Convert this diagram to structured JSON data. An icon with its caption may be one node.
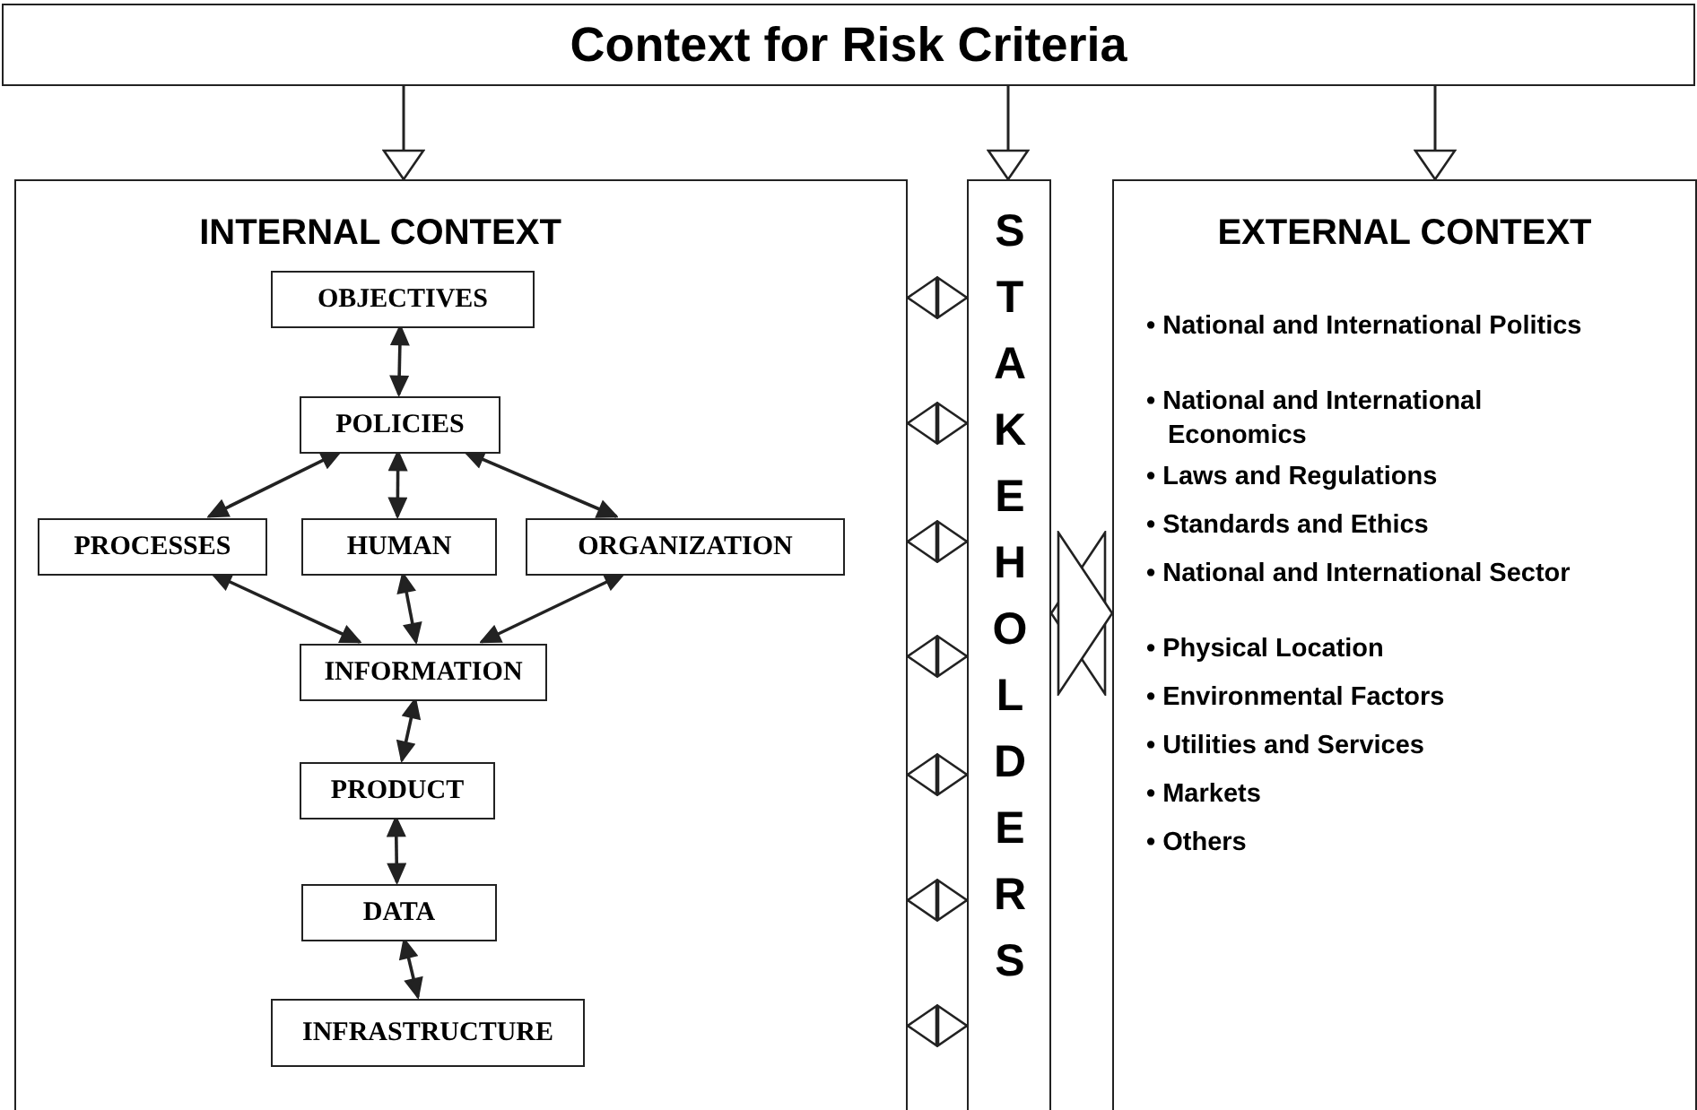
{
  "diagram": {
    "nodes": [
      {
        "text": [
          "Context for Risk Criteria"
        ]
      },
      {
        "text": [
          "INTERNAL CONTEXT"
        ]
      },
      {
        "text": [
          "OBJECTIVES"
        ],
        "in": 1
      },
      {
        "text": [
          "POLICIES"
        ],
        "in": 1
      },
      {
        "text": [
          "PROCESSES"
        ],
        "in": 1
      },
      {
        "text": [
          "HUMAN"
        ],
        "in": 1
      },
      {
        "text": [
          "ORGANIZATION"
        ],
        "in": 1
      },
      {
        "text": [
          "INFORMATION"
        ],
        "in": 1
      },
      {
        "text": [
          "PRODUCT"
        ],
        "in": 1
      },
      {
        "text": [
          "DATA"
        ],
        "in": 1
      },
      {
        "text": [
          "INFRASTRUCTURE"
        ],
        "in": 1
      },
      {
        "text": [
          "STAKEHOLDERS"
        ]
      },
      {
        "text": [
          "EXTERNAL CONTEXT",
          "• National and International Politics",
          "• National and International Economics",
          "• Laws and Regulations",
          "• Standards and  Ethics",
          "• National and International Sector",
          "• Physical Location",
          "• Environmental Factors",
          "• Utilities and Services",
          "• Markets",
          "• Others"
        ]
      }
    ],
    "edges": [
      {
        "from": 0,
        "to": 1,
        "arrow": "to"
      },
      {
        "from": 0,
        "to": 11,
        "arrow": "to"
      },
      {
        "from": 0,
        "to": 12,
        "arrow": "to"
      },
      {
        "from": 2,
        "to": 3,
        "arrow": "both"
      },
      {
        "from": 3,
        "to": 4,
        "arrow": "both"
      },
      {
        "from": 3,
        "to": 5,
        "arrow": "both"
      },
      {
        "from": 3,
        "to": 6,
        "arrow": "both"
      },
      {
        "from": 4,
        "to": 7,
        "arrow": "both"
      },
      {
        "from": 5,
        "to": 7,
        "arrow": "both"
      },
      {
        "from": 6,
        "to": 7,
        "arrow": "both"
      },
      {
        "from": 7,
        "to": 8,
        "arrow": "both"
      },
      {
        "from": 8,
        "to": 9,
        "arrow": "both"
      },
      {
        "from": 9,
        "to": 10,
        "arrow": "both"
      },
      {
        "from": 1,
        "to": 11,
        "arrow": "both"
      },
      {
        "from": 1,
        "to": 11,
        "arrow": "both"
      },
      {
        "from": 1,
        "to": 11,
        "arrow": "both"
      },
      {
        "from": 1,
        "to": 11,
        "arrow": "both"
      },
      {
        "from": 1,
        "to": 11,
        "arrow": "both"
      },
      {
        "from": 1,
        "to": 11,
        "arrow": "both"
      },
      {
        "from": 1,
        "to": 11,
        "arrow": "both"
      },
      {
        "from": 11,
        "to": 12,
        "arrow": "both"
      }
    ]
  }
}
